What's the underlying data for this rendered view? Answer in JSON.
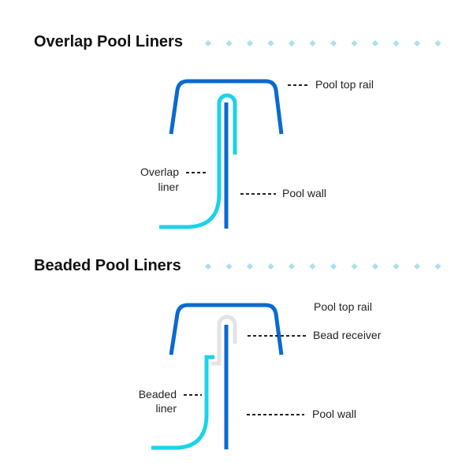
{
  "colors": {
    "rail": "#0a6ad0",
    "liner": "#1ad3e8",
    "bead": "#e3e3e3",
    "diamond": "#a9e0f0",
    "dash": "#222222"
  },
  "sections": [
    {
      "title": "Overlap Pool Liners",
      "labels": {
        "rail": "Pool top rail",
        "liner_1": "Overlap",
        "liner_2": "liner",
        "wall": "Pool wall"
      }
    },
    {
      "title": "Beaded Pool Liners",
      "labels": {
        "rail": "Pool top rail",
        "bead": "Bead receiver",
        "liner_1": "Beaded",
        "liner_2": "liner",
        "wall": "Pool wall"
      }
    }
  ]
}
